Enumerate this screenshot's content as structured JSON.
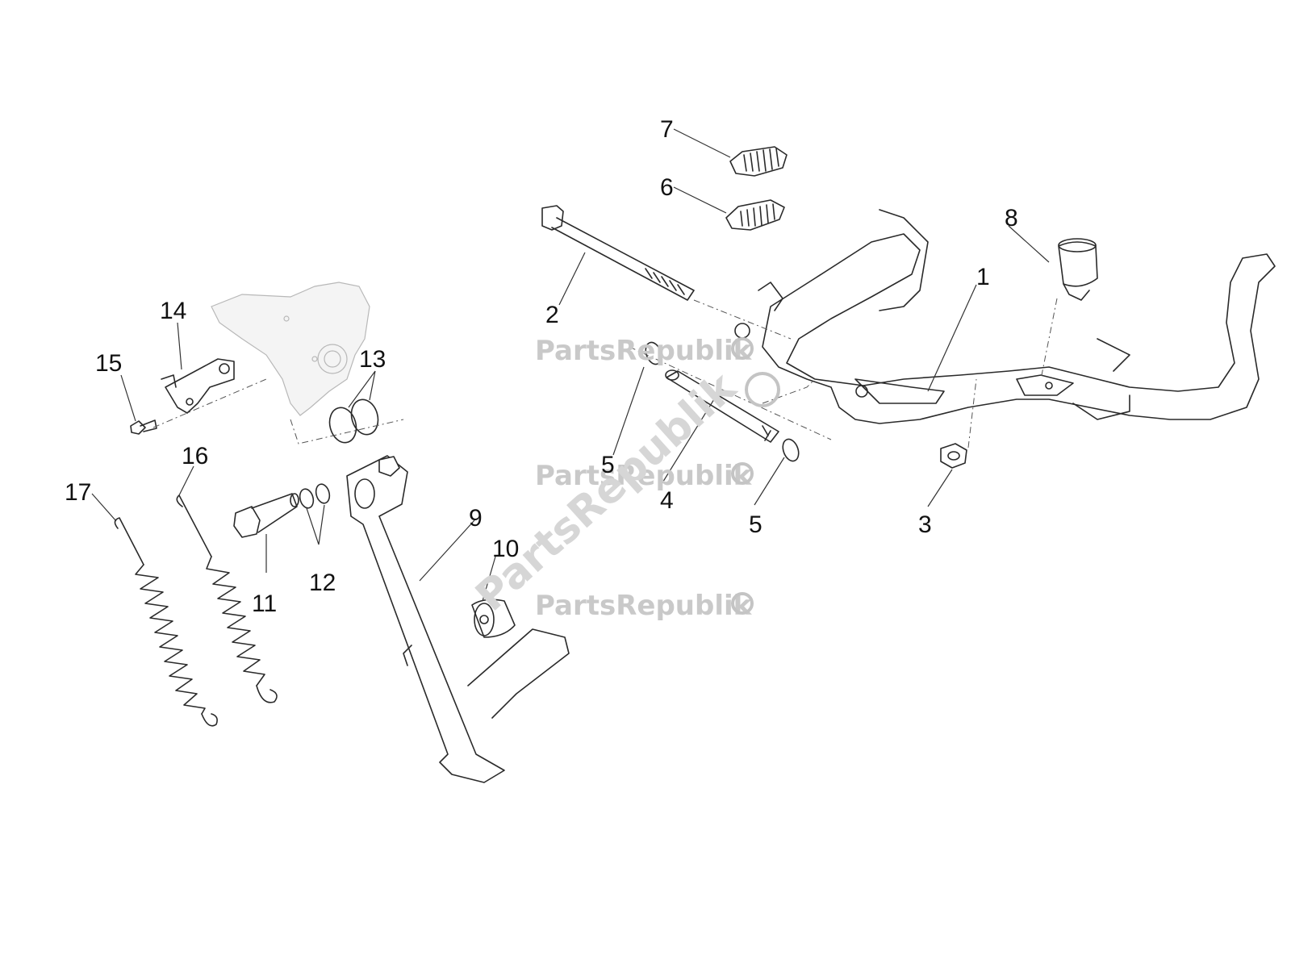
{
  "callouts": [
    {
      "id": "1",
      "label": "1"
    },
    {
      "id": "2",
      "label": "2"
    },
    {
      "id": "3",
      "label": "3"
    },
    {
      "id": "4",
      "label": "4"
    },
    {
      "id": "5a",
      "label": "5"
    },
    {
      "id": "5b",
      "label": "5"
    },
    {
      "id": "6",
      "label": "6"
    },
    {
      "id": "7",
      "label": "7"
    },
    {
      "id": "8",
      "label": "8"
    },
    {
      "id": "9",
      "label": "9"
    },
    {
      "id": "10",
      "label": "10"
    },
    {
      "id": "11",
      "label": "11"
    },
    {
      "id": "12",
      "label": "12"
    },
    {
      "id": "13",
      "label": "13"
    },
    {
      "id": "14",
      "label": "14"
    },
    {
      "id": "15",
      "label": "15"
    },
    {
      "id": "16",
      "label": "16"
    },
    {
      "id": "17",
      "label": "17"
    }
  ],
  "watermark": {
    "text": "PartsRepublik"
  },
  "colors": {
    "line": "#2a2a2a",
    "ghost": "#b8b8b8",
    "watermark": "#c9c9c9"
  }
}
